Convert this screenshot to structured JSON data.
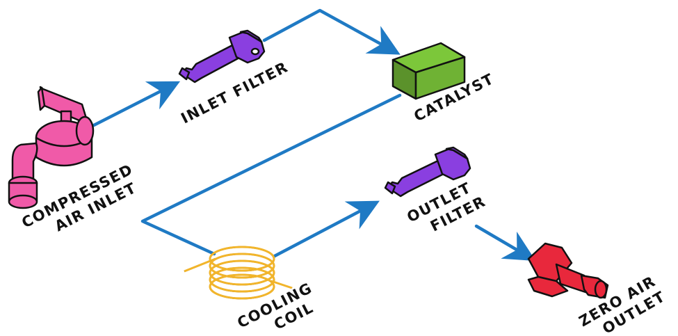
{
  "colors": {
    "flow": "#1f7ac4",
    "inlet": "#f05aa8",
    "filter": "#8a3fe0",
    "catalyst": "#6fb234",
    "coil": "#f2b52b",
    "outlet": "#e8283c"
  },
  "labels": {
    "compressed_air_inlet": [
      "COMPRESSED",
      "AIR INLET"
    ],
    "inlet_filter": "INLET FILTER",
    "catalyst": "CATALYST",
    "outlet_filter": [
      "OUTLET",
      "FILTER"
    ],
    "cooling_coil": [
      "COOLING",
      "COIL"
    ],
    "zero_air_outlet": [
      "ZERO AIR",
      "OUTLET"
    ]
  },
  "icons": {
    "compressed_air_inlet": "valve-icon",
    "inlet_filter": "filter-cartridge-icon",
    "catalyst": "catalyst-block-icon",
    "outlet_filter": "filter-cartridge-icon",
    "cooling_coil": "coil-icon",
    "zero_air_outlet": "outlet-fitting-icon"
  }
}
